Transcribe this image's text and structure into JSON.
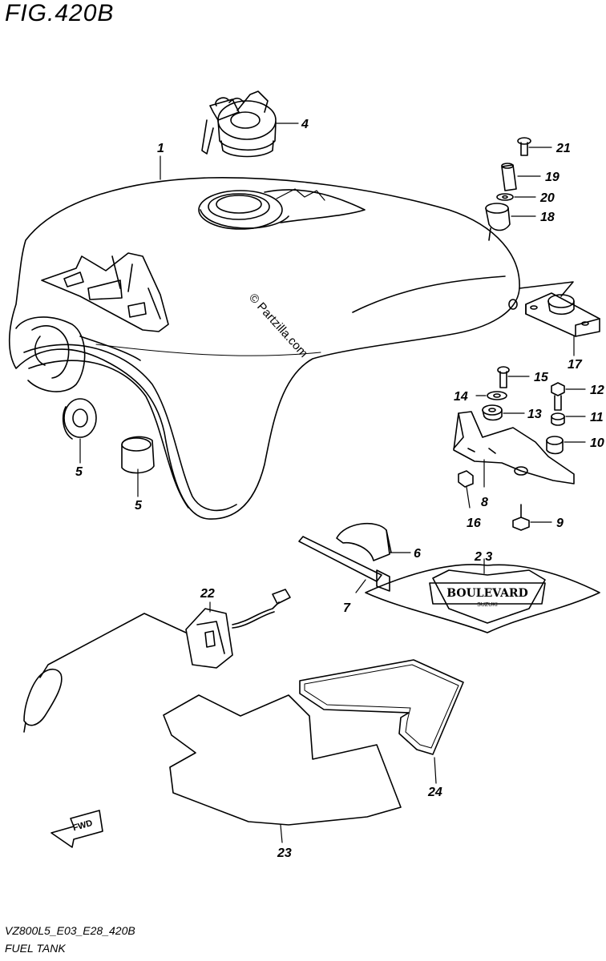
{
  "figure": {
    "title": "FIG.420B",
    "watermark": "© Partzilla.com",
    "badge_text": "BOULEVARD",
    "badge_subtext": "SUZUKI",
    "fwd_label": "FWD",
    "model_code": "VZ800L5_E03_E28_420B",
    "caption": "FUEL TANK"
  },
  "callouts": {
    "c1": "1",
    "c2_3": "2 3",
    "c4": "4",
    "c5a": "5",
    "c5b": "5",
    "c6": "6",
    "c7": "7",
    "c8": "8",
    "c9": "9",
    "c10": "10",
    "c11": "11",
    "c12": "12",
    "c13": "13",
    "c14": "14",
    "c15": "15",
    "c16": "16",
    "c17": "17",
    "c18": "18",
    "c19": "19",
    "c20": "20",
    "c21": "21",
    "c22": "22",
    "c23": "23",
    "c24": "24"
  }
}
